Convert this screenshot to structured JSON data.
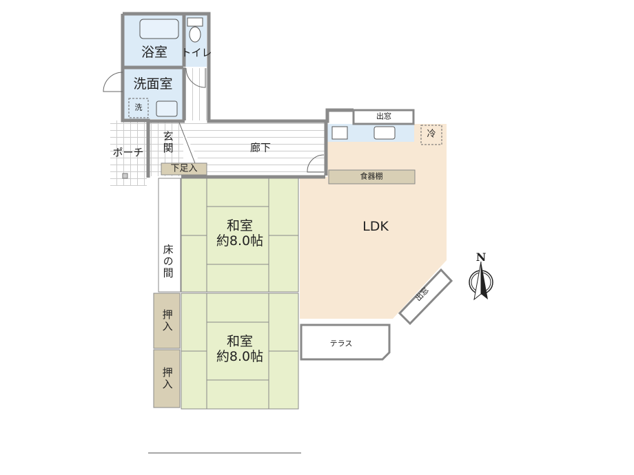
{
  "rooms": {
    "bath": "浴室",
    "toilet": "トイレ",
    "washroom": "洗面室",
    "washer": "洗",
    "porch": "ポーチ",
    "entrance": "玄関",
    "shoe_storage": "下足入",
    "corridor": "廊下",
    "bay_window_top": "出窓",
    "fridge": "冷",
    "cupboard": "食器棚",
    "ldk": "LDK",
    "bay_window_side": "出窓",
    "washitsu_1_name": "和室",
    "washitsu_1_size": "約8.0帖",
    "tokonoma": "床の間",
    "closet_1": "押入",
    "closet_2": "押入",
    "washitsu_2_name": "和室",
    "washitsu_2_size": "約8.0帖",
    "terrace": "テラス"
  },
  "compass": {
    "label": "N"
  },
  "colors": {
    "wet": "#dcebf7",
    "ldk": "#f8e8d4",
    "tatami": "#e8f0cc",
    "storage": "#d8cfb5",
    "wall": "#8a8a8a"
  }
}
